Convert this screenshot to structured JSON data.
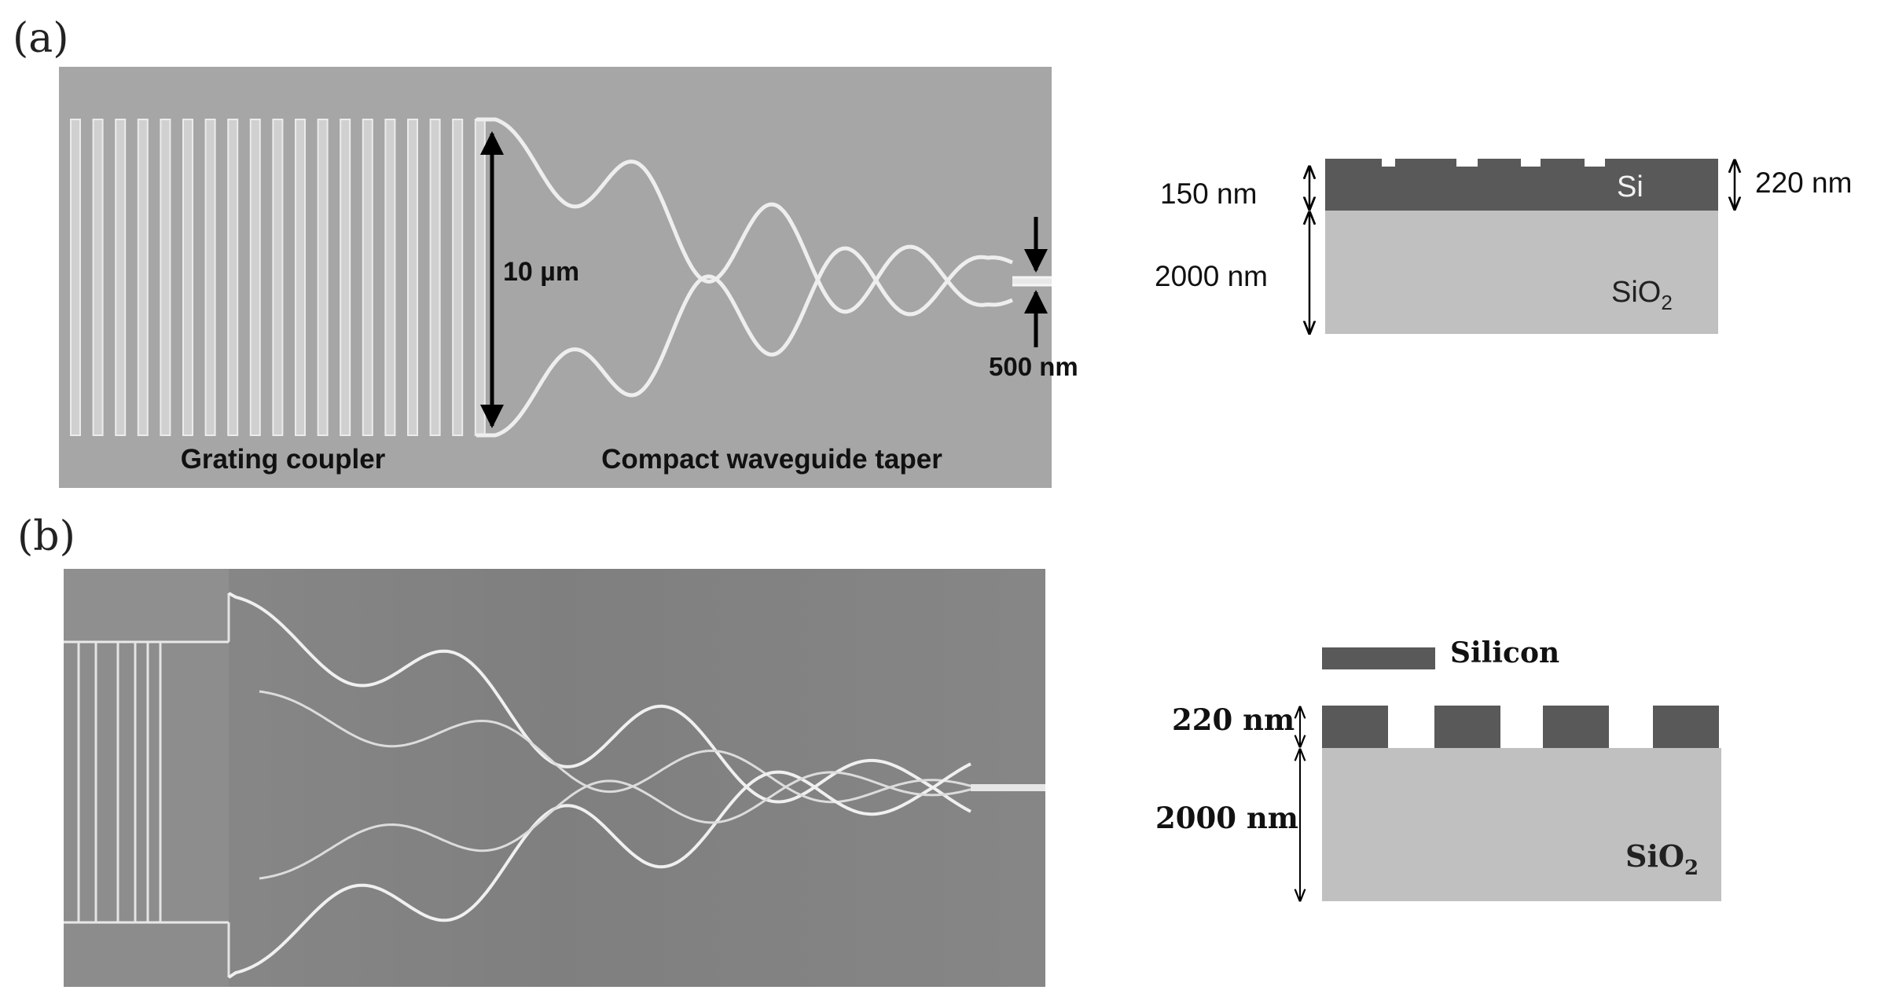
{
  "figure": {
    "panel_a": {
      "label": "(a)",
      "sem": {
        "dim_height": "10 µm",
        "dim_output": "500 nm",
        "caption_left": "Grating coupler",
        "caption_right": "Compact waveguide taper"
      },
      "cross_section": {
        "si_label": "Si",
        "sio2_label": "SiO",
        "sio2_sub": "2",
        "dim_etch": "150 nm",
        "dim_total": "220 nm",
        "dim_box": "2000 nm"
      }
    },
    "panel_b": {
      "label": "(b)",
      "cross_section": {
        "legend_label": "Silicon",
        "dim_si": "220 nm",
        "dim_box": "2000 nm",
        "sio2_label": "SiO",
        "sio2_sub": "2"
      }
    }
  },
  "colors": {
    "sem_a_bg": "#a6a6a6",
    "sem_b_bg": "#838383",
    "silicon": "#595959",
    "oxide": "#c0c0c0"
  }
}
